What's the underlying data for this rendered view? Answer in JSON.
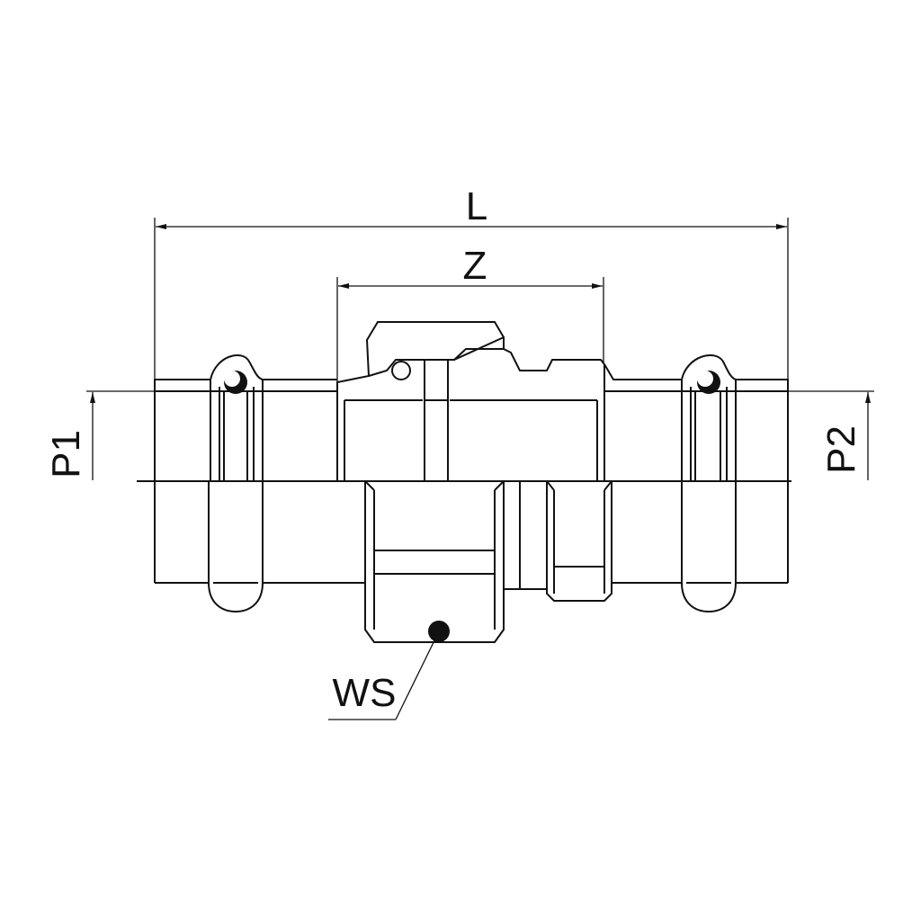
{
  "dimensions": {
    "overall_length": "L",
    "insert_length": "Z",
    "press_end_1": "P1",
    "press_end_2": "P2",
    "wrench_size": "WS"
  },
  "colors": {
    "line": "#111111",
    "background": "#ffffff"
  }
}
